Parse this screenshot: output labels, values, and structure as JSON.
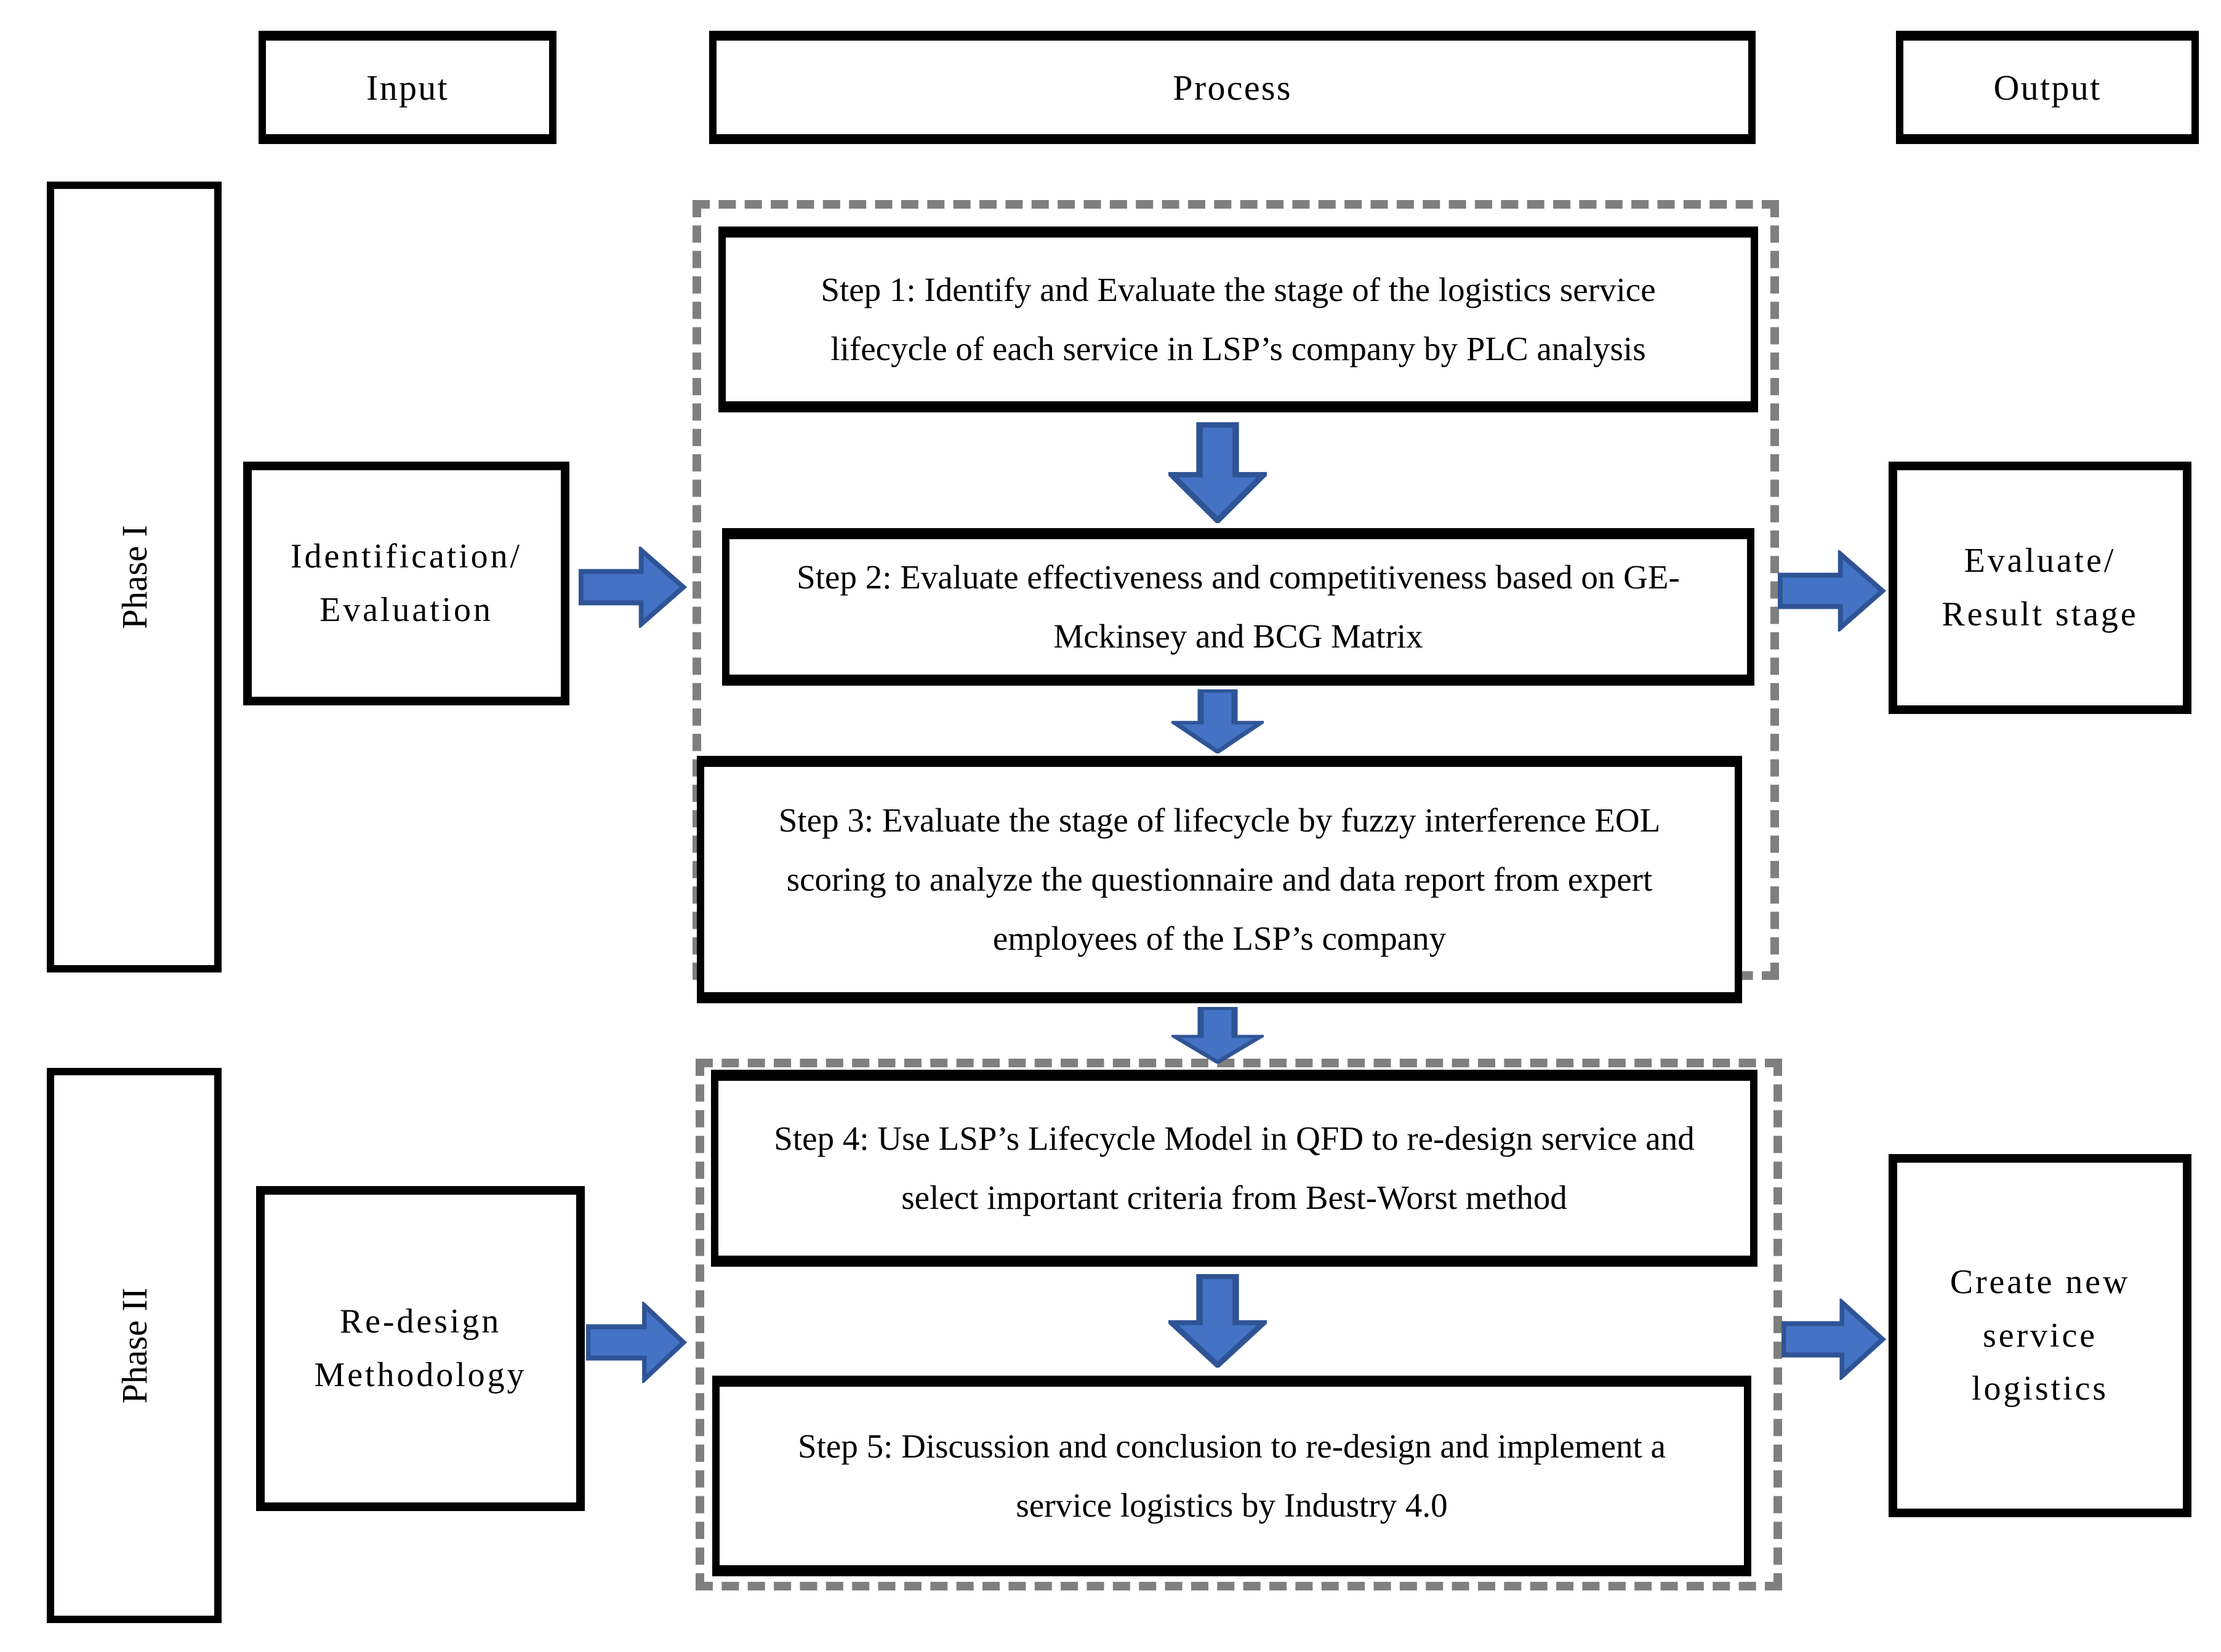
{
  "colors": {
    "arrow_fill": "#4472C4",
    "arrow_stroke": "#2F5496",
    "dash_border": "#7F7F7F",
    "box_border": "#000000"
  },
  "headers": {
    "input": "Input",
    "process": "Process",
    "output": "Output"
  },
  "phase1": {
    "label": "Phase I",
    "input_label": "Identification/\nEvaluation",
    "output_label": "Evaluate/\nResult stage",
    "step1": "Step 1: Identify and Evaluate the stage of the logistics service lifecycle of each service in LSP’s company by PLC analysis",
    "step2": "Step 2: Evaluate effectiveness and competitiveness based on GE-Mckinsey and BCG Matrix",
    "step3": "Step 3: Evaluate the stage of lifecycle by fuzzy interference EOL scoring to analyze the questionnaire and data report from expert employees of the LSP’s company"
  },
  "phase2": {
    "label": "Phase II",
    "input_label": "Re-design\nMethodology",
    "output_label": "Create new\nservice\nlogistics",
    "step4": "Step 4: Use LSP’s Lifecycle Model in QFD to re-design service and select important criteria from Best-Worst method",
    "step5": "Step 5: Discussion and conclusion to re-design and implement a service logistics by Industry 4.0"
  }
}
